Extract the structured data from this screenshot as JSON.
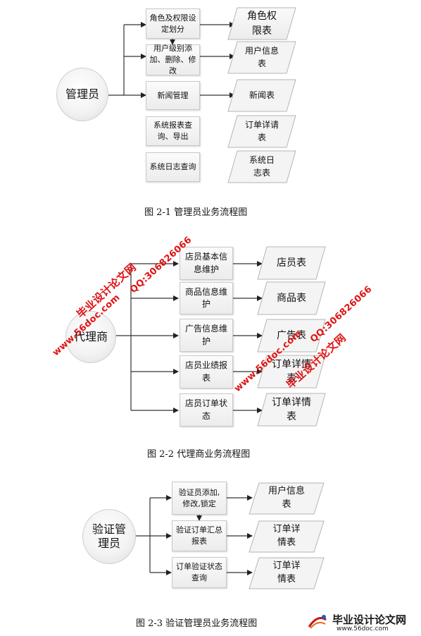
{
  "diagram1": {
    "actor": "管理员",
    "processes": [
      "角色及权限设定划分",
      "用户级别添加、删除、修改",
      "新闻管理",
      "系统报表查询、导出",
      "系统日志查询"
    ],
    "datastores": [
      "角色权限表",
      "用户信息表",
      "新闻表",
      "订单详请表",
      "系统日志表"
    ],
    "caption": "图 2-1  管理员业务流程图"
  },
  "diagram2": {
    "actor": "代理商",
    "processes": [
      "店员基本信息维护",
      "商品信息维护",
      "广告信息维护",
      "店员业绩报表",
      "店员订单状态"
    ],
    "datastores": [
      "店员表",
      "商品表",
      "广告表",
      "订单详情表",
      "订单详情表"
    ],
    "caption": "图 2-2  代理商业务流程图"
  },
  "diagram3": {
    "actor": "验证管理员",
    "processes": [
      "验证员添加,修改,锁定",
      "验证订单汇总报表",
      "订单验证状态查询"
    ],
    "datastores": [
      "用户信息表",
      "订单详情表",
      "订单详情表"
    ],
    "caption": "图 2-3  验证管理员业务流程图"
  },
  "watermarks": {
    "site_cn": "毕业设计论文网",
    "url": "www.56doc.com",
    "qq": "QQ:306826066"
  },
  "logo": {
    "title": "毕业设计论文网",
    "url": "www.56doc.com"
  }
}
